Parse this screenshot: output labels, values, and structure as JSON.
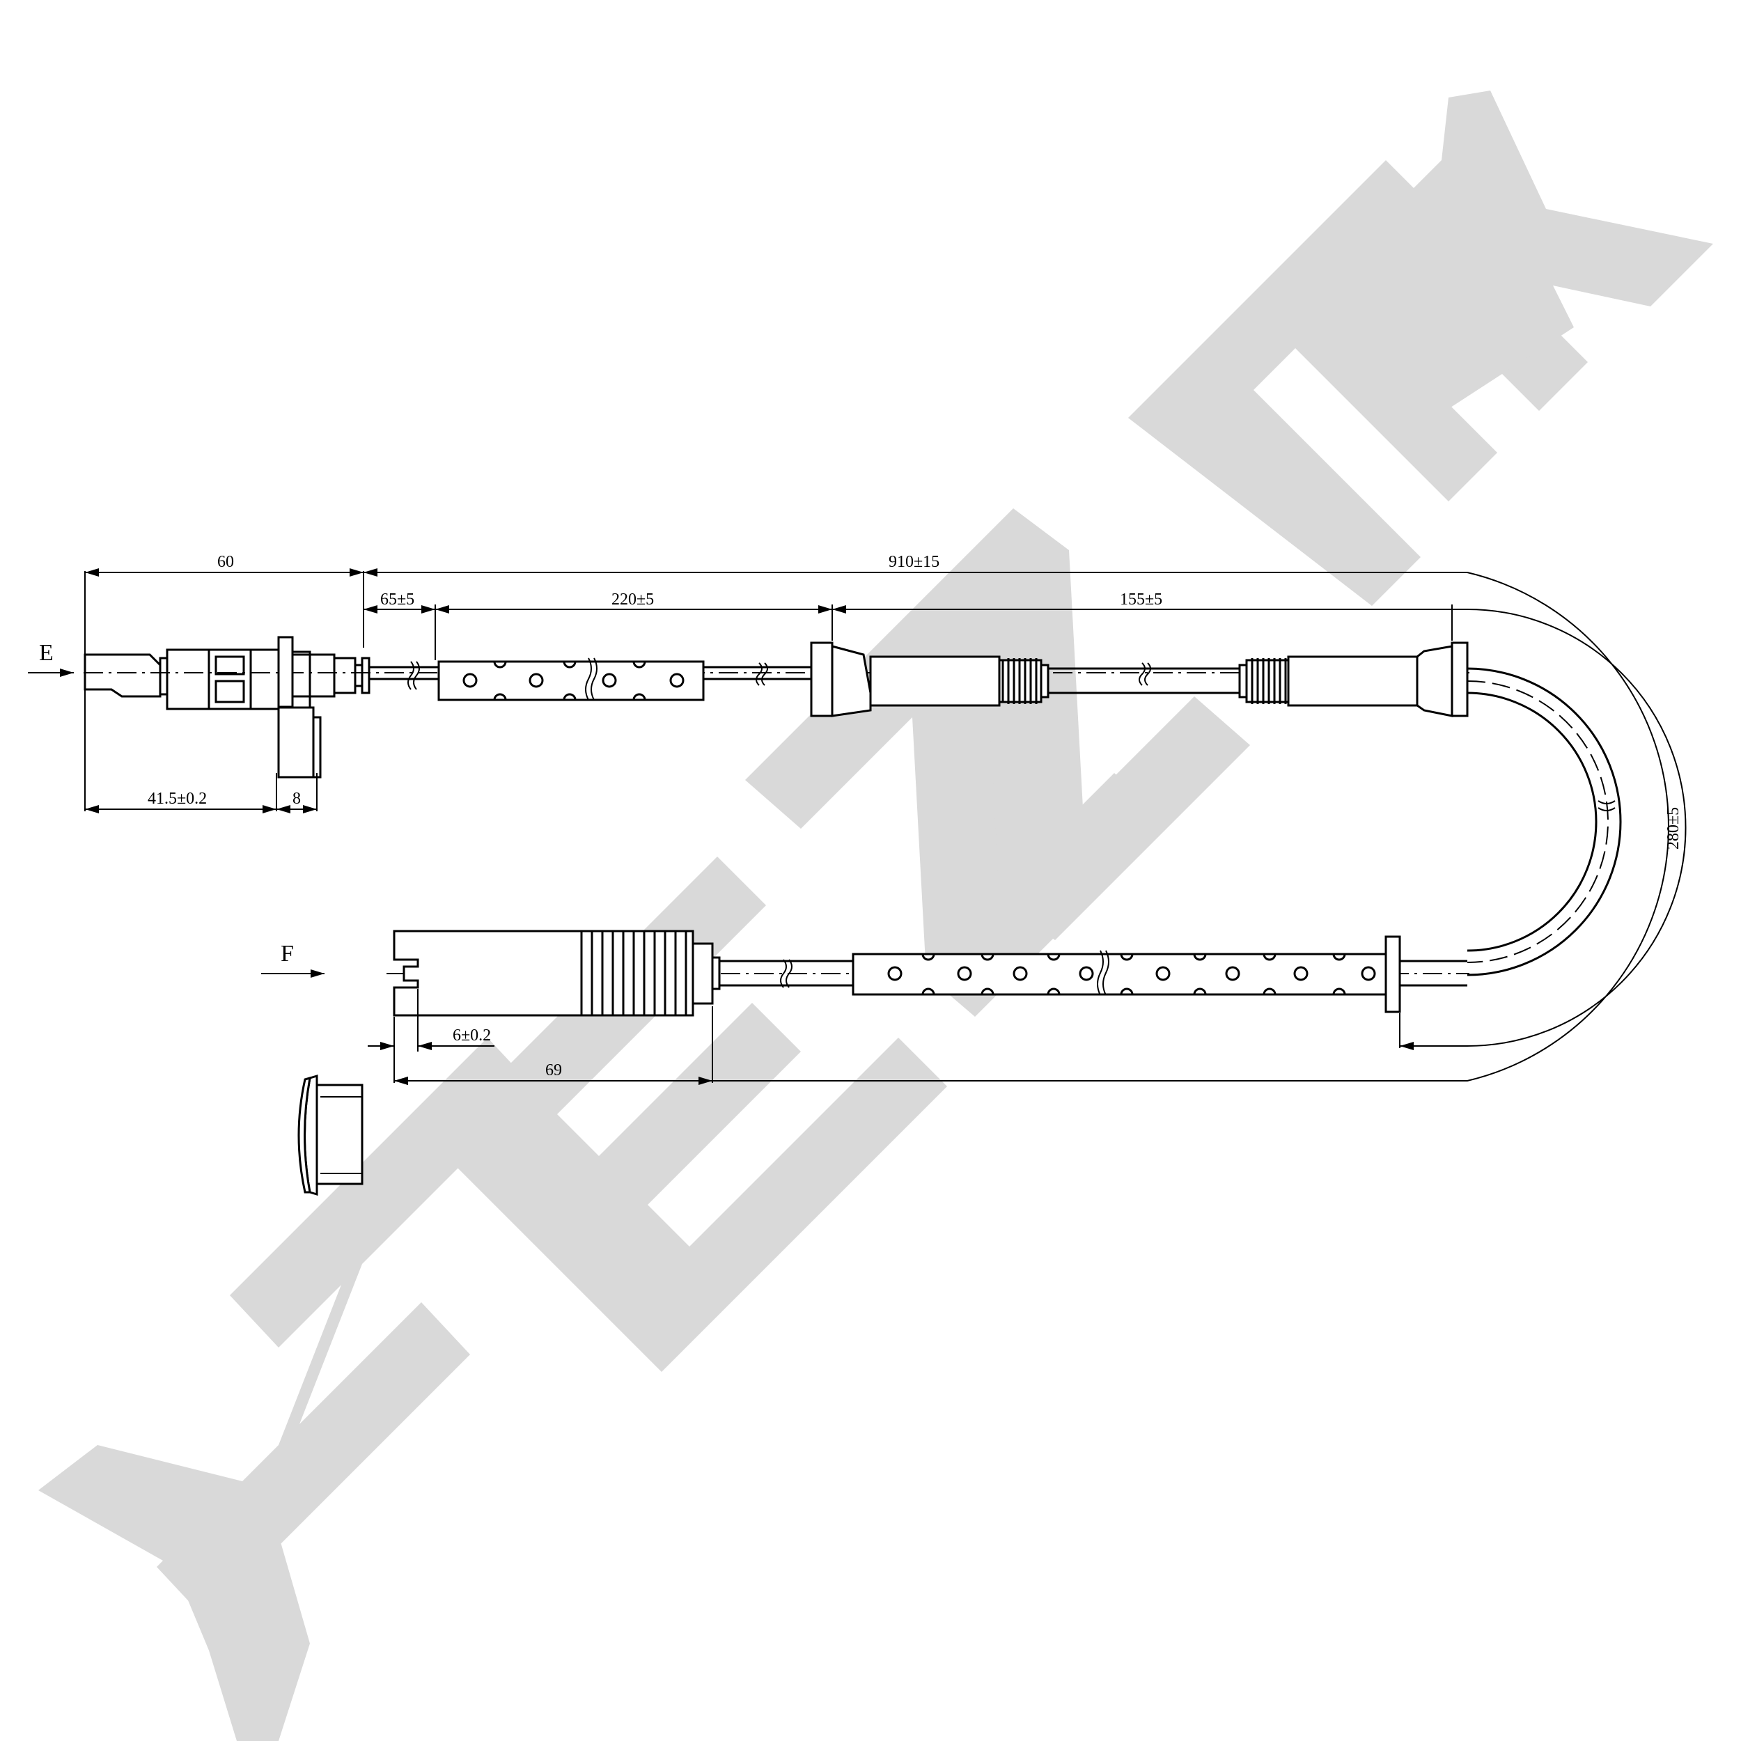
{
  "watermark": {
    "text": "ZENNEK",
    "color": "#d9d9d9"
  },
  "views": {
    "E": {
      "label": "E"
    },
    "F": {
      "label": "F"
    }
  },
  "dimensions": {
    "d60": "60",
    "d910": "910±15",
    "d65": "65±5",
    "d220": "220±5",
    "d155": "155±5",
    "d41": "41.5±0.2",
    "d8": "8",
    "d280": "280±5",
    "d6": "6±0.2",
    "d69": "69"
  }
}
